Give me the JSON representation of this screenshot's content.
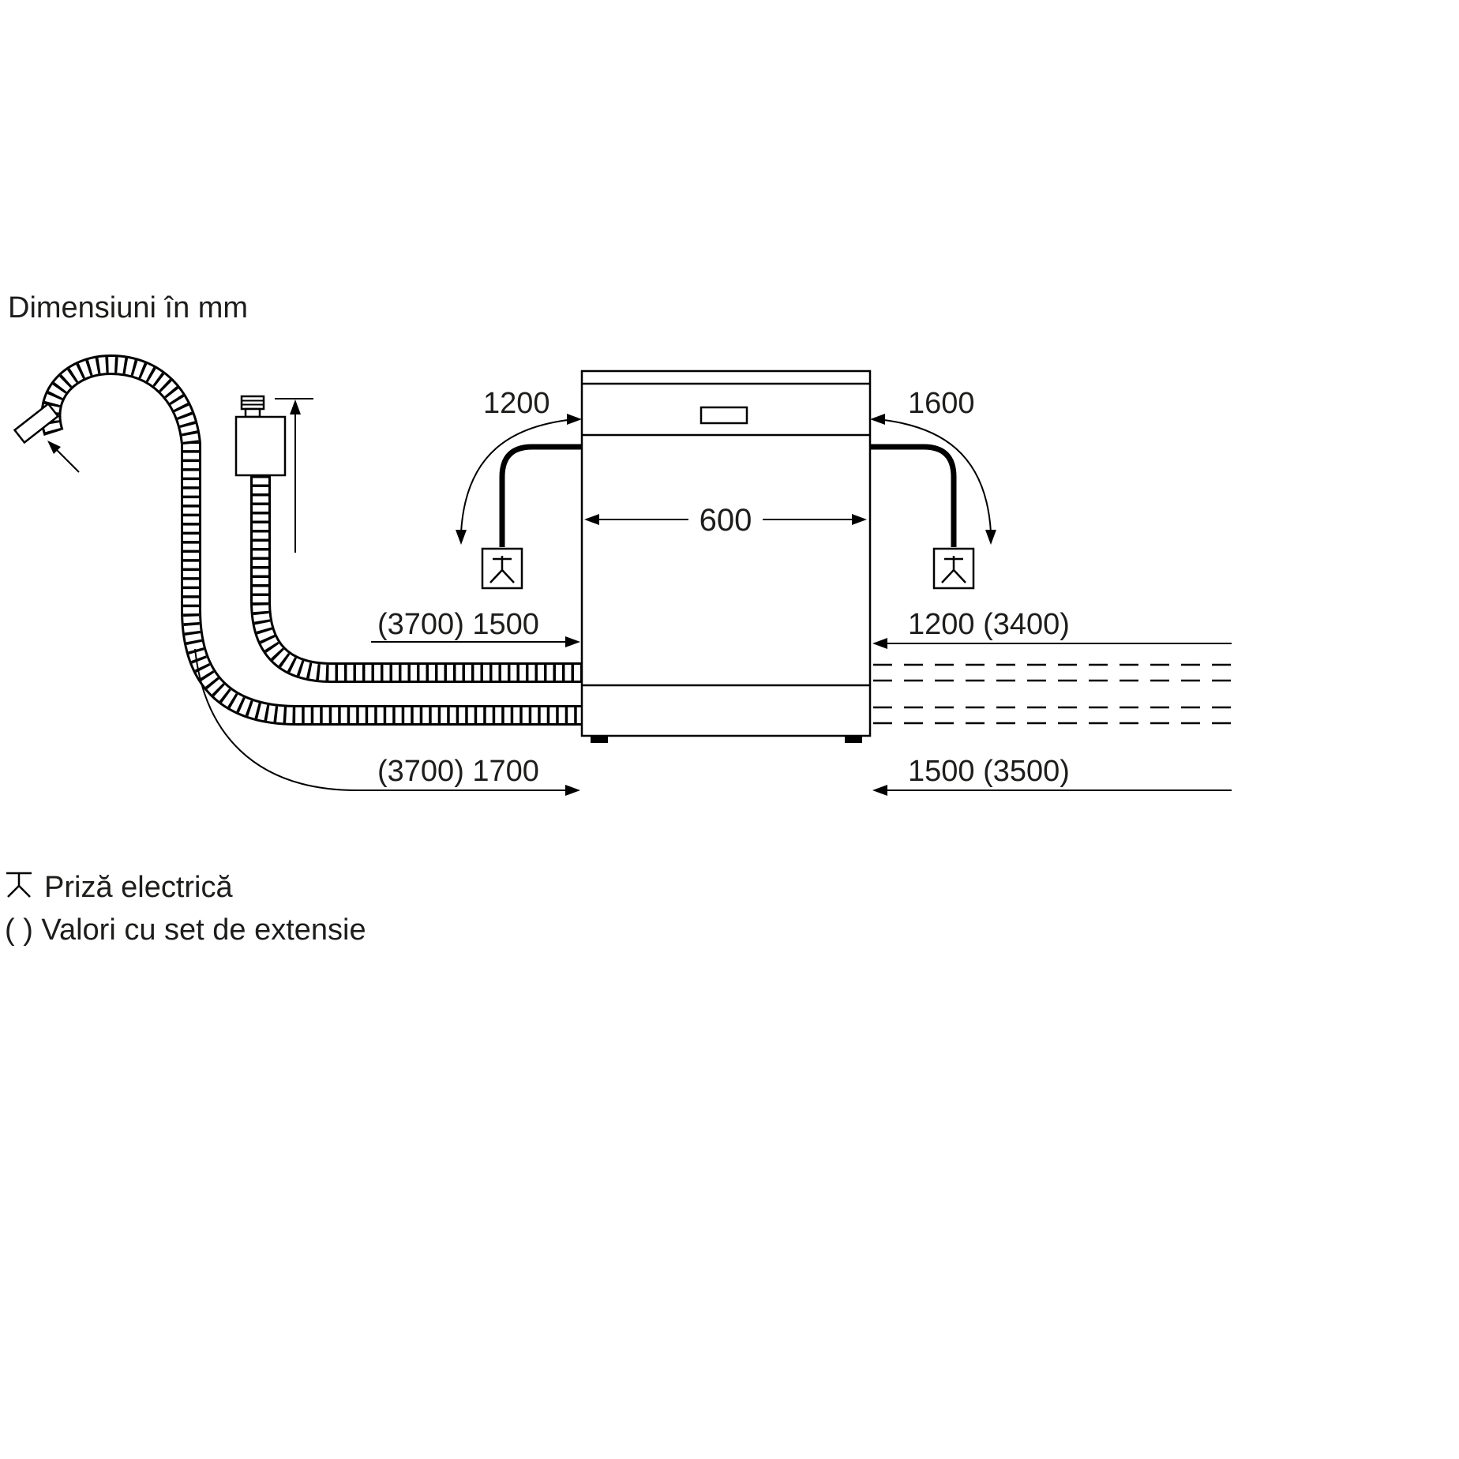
{
  "title": "Dimensiuni în mm",
  "dimensions": {
    "cord_left": "1200",
    "cord_right": "1600",
    "appliance_width": "600",
    "hose_upper_left": "(3700) 1500",
    "hose_lower_left": "(3700) 1700",
    "hose_upper_right": "1200 (3400)",
    "hose_lower_right": "1500 (3500)"
  },
  "legend": {
    "outlet": "Priză electrică",
    "extension": "( ) Valori cu set de extensie"
  },
  "icons": {
    "outlet_icon": "electrical-outlet-icon",
    "hose_icons": "corrugated-hose"
  },
  "colors": {
    "line": "#000000",
    "text": "#1d1d1b",
    "background": "#ffffff"
  }
}
